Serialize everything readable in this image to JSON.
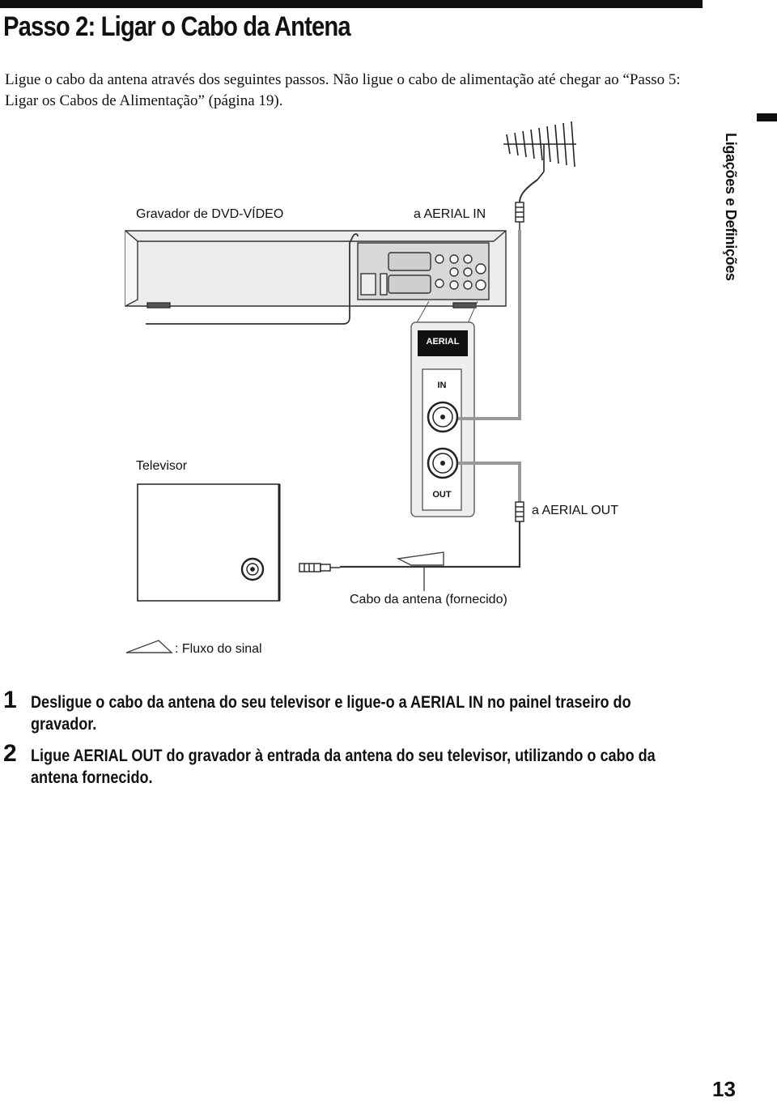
{
  "page": {
    "title": "Passo 2: Ligar o Cabo da Antena",
    "intro": "Ligue o cabo da antena através dos seguintes passos. Não ligue o cabo de alimentação até chegar ao “Passo 5: Ligar os Cabos de Alimentação” (página 19).",
    "side_tab": "Ligações e Definições",
    "page_number": "13"
  },
  "diagram": {
    "recorder_label": "Gravador de DVD-VÍDEO",
    "aerial_in_label": "a AERIAL IN",
    "tv_label": "Televisor",
    "aerial_out_label": "a AERIAL OUT",
    "cable_label": "Cabo da antena (fornecido)",
    "signal_legend": ": Fluxo do sinal",
    "panel_title": "AERIAL",
    "panel_in": "IN",
    "panel_out": "OUT"
  },
  "steps": [
    {
      "number": "1",
      "text": "Desligue o cabo da antena do seu televisor e ligue-o a AERIAL IN no painel traseiro do gravador."
    },
    {
      "number": "2",
      "text": "Ligue AERIAL OUT do gravador à entrada da antena do seu televisor, utilizando o cabo da antena fornecido."
    }
  ]
}
